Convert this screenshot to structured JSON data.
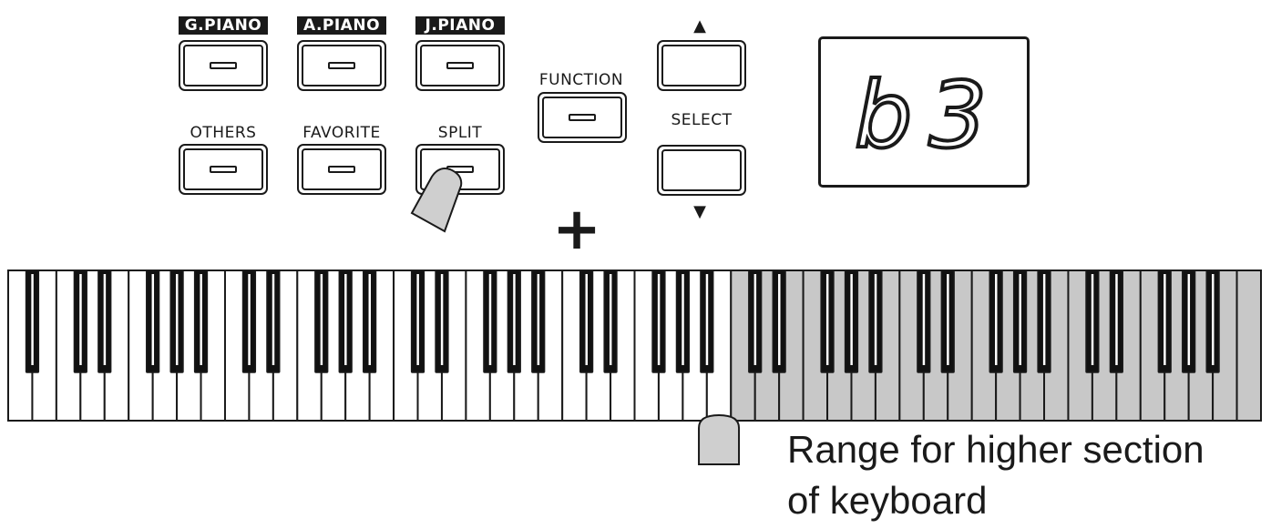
{
  "panel": {
    "buttons": [
      {
        "id": "g-piano",
        "label": "G.PIANO",
        "label_style": "inverted"
      },
      {
        "id": "a-piano",
        "label": "A.PIANO",
        "label_style": "inverted"
      },
      {
        "id": "j-piano",
        "label": "J.PIANO",
        "label_style": "inverted"
      },
      {
        "id": "others",
        "label": "OTHERS",
        "label_style": "plain"
      },
      {
        "id": "favorite",
        "label": "FAVORITE",
        "label_style": "plain"
      },
      {
        "id": "split",
        "label": "SPLIT",
        "label_style": "plain",
        "pressed": true
      },
      {
        "id": "function",
        "label": "FUNCTION",
        "label_style": "plain"
      }
    ],
    "select": {
      "label": "SELECT",
      "up_icon": "triangle-up-icon",
      "down_icon": "triangle-down-icon"
    },
    "display": {
      "text": "b3"
    },
    "combine_symbol": "+"
  },
  "keyboard": {
    "white_key_count": 52,
    "split_after_white_key": 30,
    "colors": {
      "lower": "#ffffff",
      "upper": "#c8c8c8",
      "outline": "#1a1a1a",
      "finger": "#cfcfcf"
    }
  },
  "caption": {
    "line1": "Range for higher section",
    "line2": "of keyboard"
  }
}
